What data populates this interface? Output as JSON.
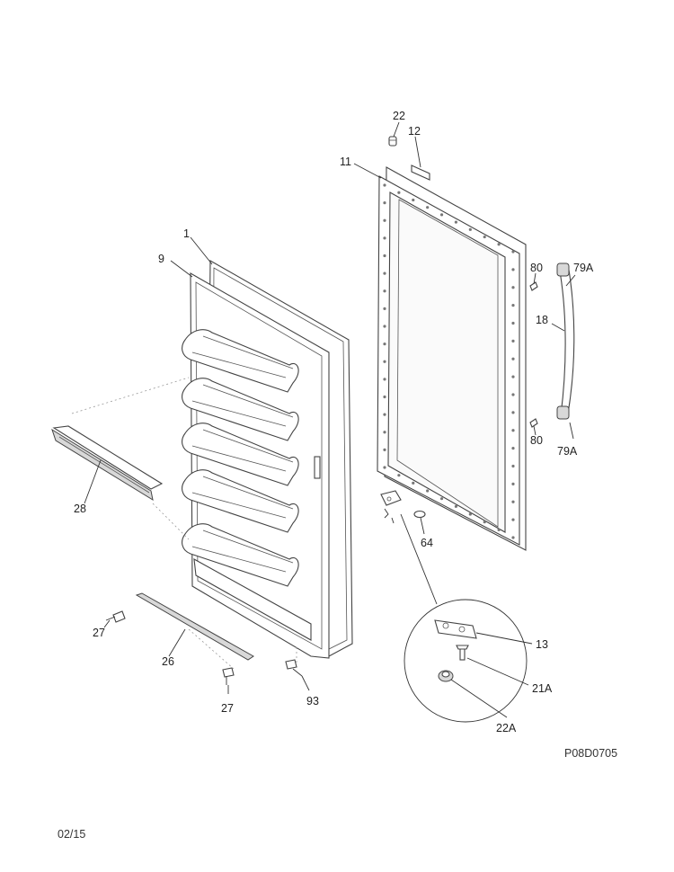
{
  "callouts": {
    "p1": "1",
    "p9": "9",
    "p11": "11",
    "p12": "12",
    "p22": "22",
    "p80a": "80",
    "p80b": "80",
    "p79a_top": "79A",
    "p79a_bottom": "79A",
    "p18": "18",
    "p28": "28",
    "p64": "64",
    "p27a": "27",
    "p27b": "27",
    "p26": "26",
    "p93": "93",
    "p13": "13",
    "p21a": "21A",
    "p22a": "22A"
  },
  "drawing_code": "P08D0705",
  "date_code": "02/15"
}
